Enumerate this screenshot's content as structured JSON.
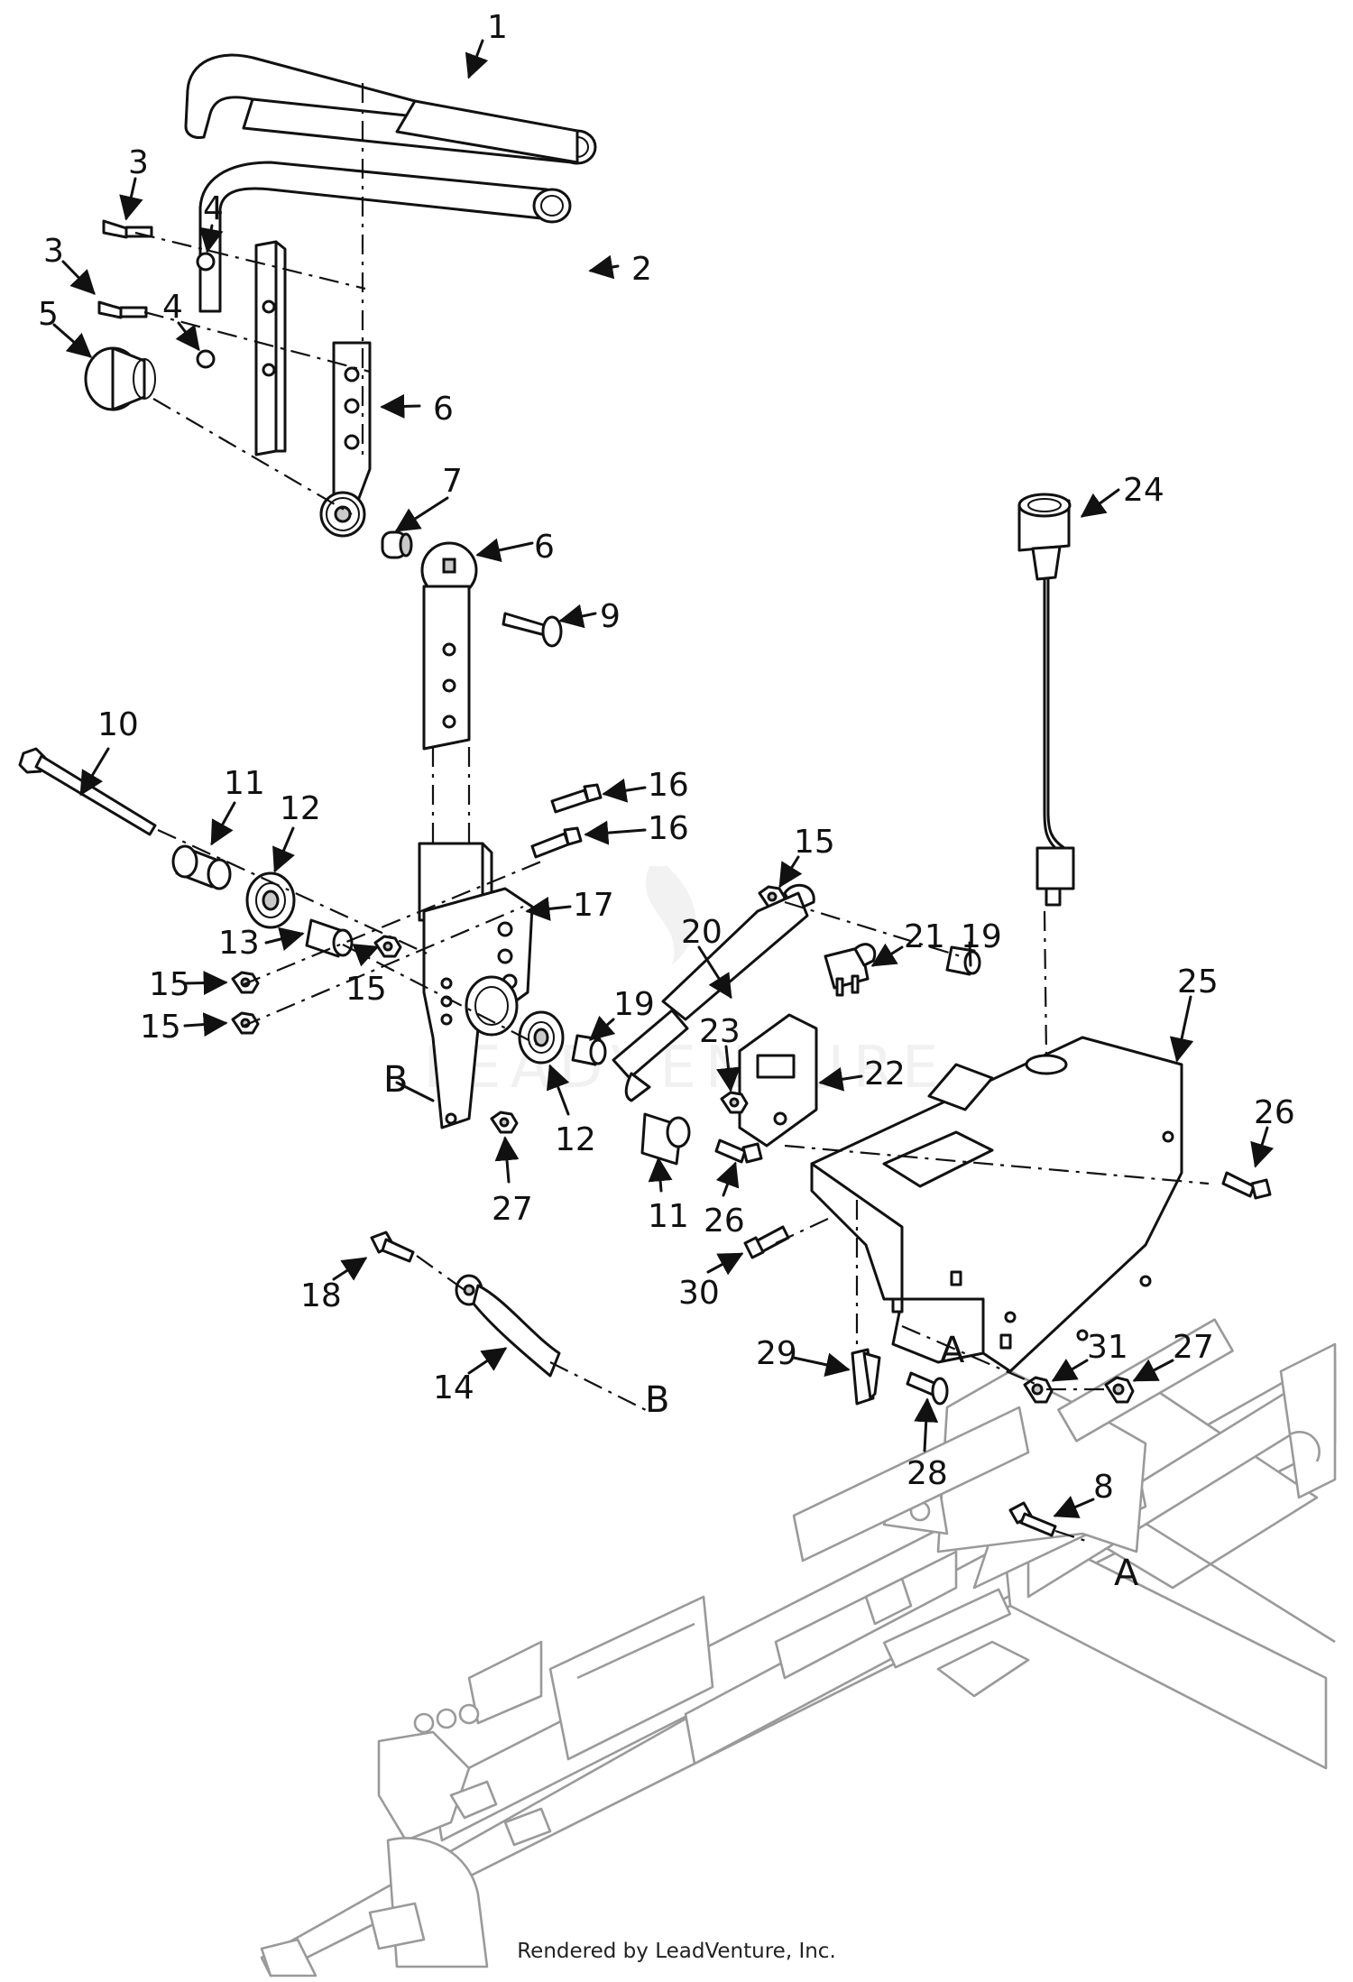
{
  "callouts": [
    "1",
    "2",
    "3",
    "3",
    "4",
    "4",
    "5",
    "6",
    "7",
    "6",
    "9",
    "10",
    "11",
    "12",
    "16",
    "16",
    "17",
    "15",
    "20",
    "21",
    "19",
    "13",
    "15",
    "15",
    "15",
    "19",
    "23",
    "22",
    "25",
    "26",
    "24",
    "12",
    "27",
    "11",
    "26",
    "30",
    "18",
    "14",
    "29",
    "28",
    "31",
    "27",
    "8"
  ],
  "refs": [
    "B",
    "B",
    "A",
    "A"
  ],
  "watermark": {
    "text": "LEADVENTURE"
  },
  "footer": {
    "text": "Rendered by LeadVenture, Inc."
  }
}
